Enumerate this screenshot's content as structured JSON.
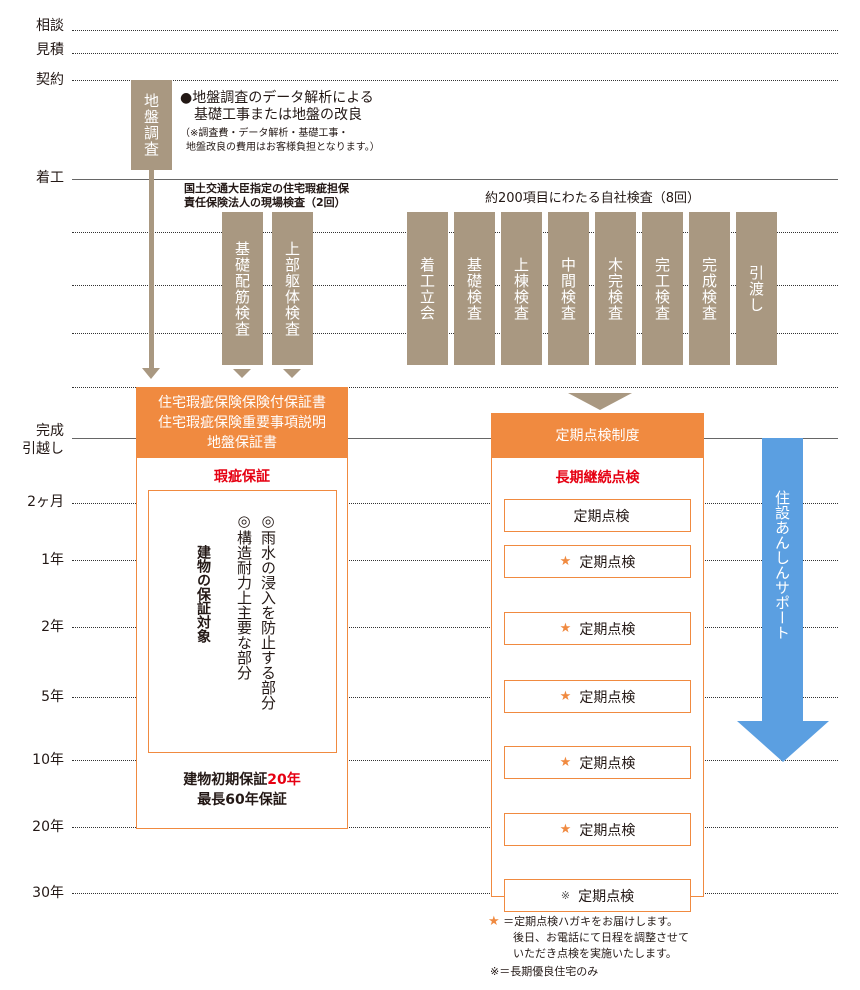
{
  "rows": {
    "soudan": "相談",
    "mitsumori": "見積",
    "keiyaku": "契約",
    "chakko": "着工",
    "kansei": "完成",
    "hikkoshi": "引越し",
    "m2": "2ヶ月",
    "y1": "1年",
    "y2": "2年",
    "y5": "5年",
    "y10": "10年",
    "y20": "20年",
    "y30": "30年"
  },
  "ground": {
    "box": "地盤調査",
    "line1": "●地盤調査のデータ解析による",
    "line2": "基礎工事または地盤の改良",
    "note1": "（※調査費・データ解析・基礎工事・",
    "note2": "地盤改良の費用はお客様負担となります。）"
  },
  "insurer": {
    "title1": "国土交通大臣指定の住宅瑕疵担保",
    "title2": "責任保険法人の現場検査（2回）",
    "boxes": [
      "基礎配筋検査",
      "上部躯体検査"
    ]
  },
  "self_check": {
    "title": "約200項目にわたる自社検査（8回）",
    "boxes": [
      "着工立会",
      "基礎検査",
      "上棟検査",
      "中間検査",
      "木完検査",
      "完工検査",
      "完成検査",
      "引渡し"
    ]
  },
  "warranty": {
    "header": [
      "住宅瑕疵保険保険付保証書",
      "住宅瑕疵保険重要事項説明",
      "地盤保証書"
    ],
    "subtitle": "瑕疵保証",
    "target_title": "建物の保証対象",
    "target_items": [
      "◎構造耐力上主要な部分",
      "◎雨水の浸入を防止する部分"
    ],
    "footer1_a": "建物初期保証",
    "footer1_b": "20年",
    "footer2": "最長60年保証"
  },
  "inspection": {
    "header": "定期点検制度",
    "subtitle": "長期継続点検",
    "items": [
      {
        "mark": "",
        "label": "定期点検"
      },
      {
        "mark": "★",
        "label": "定期点検"
      },
      {
        "mark": "★",
        "label": "定期点検"
      },
      {
        "mark": "★",
        "label": "定期点検"
      },
      {
        "mark": "★",
        "label": "定期点検"
      },
      {
        "mark": "★",
        "label": "定期点検"
      },
      {
        "mark": "※",
        "label": "定期点検"
      }
    ]
  },
  "support": {
    "label": "住設あんしんサポート"
  },
  "legend": {
    "star": "★",
    "star_text1": "＝定期点検ハガキをお届けします。",
    "star_text2": "後日、お電話にて日程を調整させて",
    "star_text3": "いただき点検を実施いたします。",
    "note": "※＝長期優良住宅のみ"
  },
  "colors": {
    "tan": "#a99881",
    "orange": "#f08a40",
    "red": "#e60012",
    "blue": "#5b9fe1"
  }
}
